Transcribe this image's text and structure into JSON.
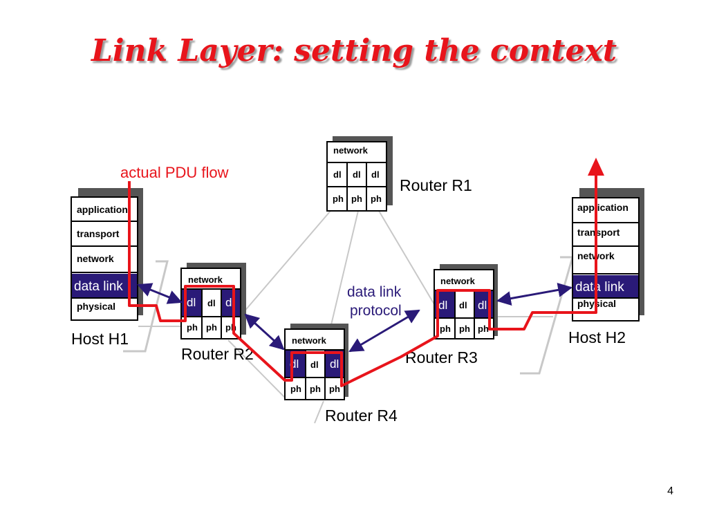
{
  "title": "Link Layer: setting the context",
  "labels": {
    "pdu_flow": "actual PDU flow",
    "dl_protocol_line1": "data link",
    "dl_protocol_line2": "protocol"
  },
  "hosts": {
    "h1": {
      "name": "Host H1",
      "layers": [
        "application",
        "transport",
        "network",
        "data link",
        "physical"
      ]
    },
    "h2": {
      "name": "Host H2",
      "layers": [
        "application",
        "transport",
        "network",
        "data link",
        "physical"
      ]
    }
  },
  "routers": {
    "r1": {
      "name": "Router R1",
      "network": "network",
      "dl": [
        "dl",
        "dl",
        "dl"
      ],
      "ph": [
        "ph",
        "ph",
        "ph"
      ]
    },
    "r2": {
      "name": "Router R2",
      "network": "network",
      "dl": [
        "dl",
        "dl",
        "dl"
      ],
      "ph": [
        "ph",
        "ph",
        "ph"
      ]
    },
    "r3": {
      "name": "Router R3",
      "network": "network",
      "dl": [
        "dl",
        "dl",
        "dl"
      ],
      "ph": [
        "ph",
        "ph",
        "ph"
      ]
    },
    "r4": {
      "name": "Router R4",
      "network": "network",
      "dl": [
        "dl",
        "dl",
        "dl"
      ],
      "ph": [
        "ph",
        "ph",
        "ph"
      ]
    }
  },
  "page_number": "4",
  "colors": {
    "title": "#e8141b",
    "highlight": "#2a1a78",
    "flow": "#e8141b",
    "arrow": "#2a1a78",
    "shadow": "#555555",
    "link": "#c8c8c8"
  }
}
